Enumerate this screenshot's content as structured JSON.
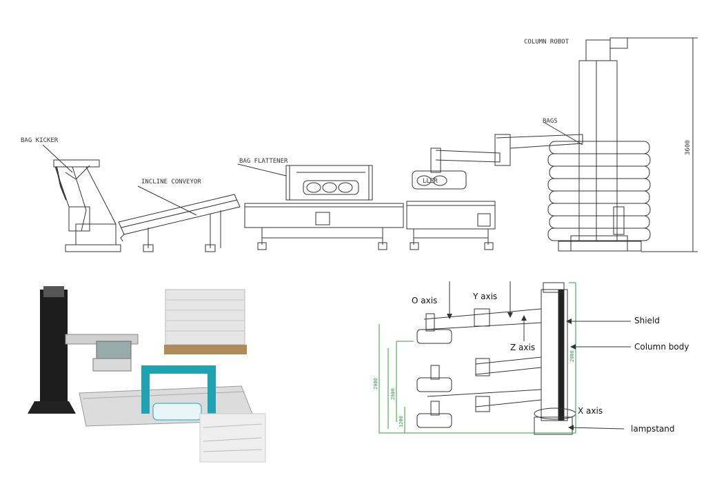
{
  "line_drawing": {
    "labels": {
      "column_robot": "COLUMN ROBOT",
      "bags": "BAGS",
      "bag_kicker": "BAG KICKER",
      "incline_conveyor": "INCLINE CONVEYOR",
      "bag_flattener": "BAG FLATTENER",
      "gripper_partial": "LLER",
      "height_dimension": "3600"
    }
  },
  "axis_diagram": {
    "labels": {
      "o_axis": "O axis",
      "y_axis": "Y axis",
      "z_axis": "Z axis",
      "x_axis": "X axis",
      "shield": "Shield",
      "column_body": "Column body",
      "lampstand": "lampstand"
    },
    "dimensions": [
      "2000",
      "2600",
      "1200",
      "2000"
    ]
  },
  "photo": {
    "description_icon": "palletizer-photo"
  },
  "colors": {
    "line": "#333333",
    "dim_green": "#2e9e3e",
    "robot_dark": "#222222",
    "teal": "#1fa3b3"
  }
}
